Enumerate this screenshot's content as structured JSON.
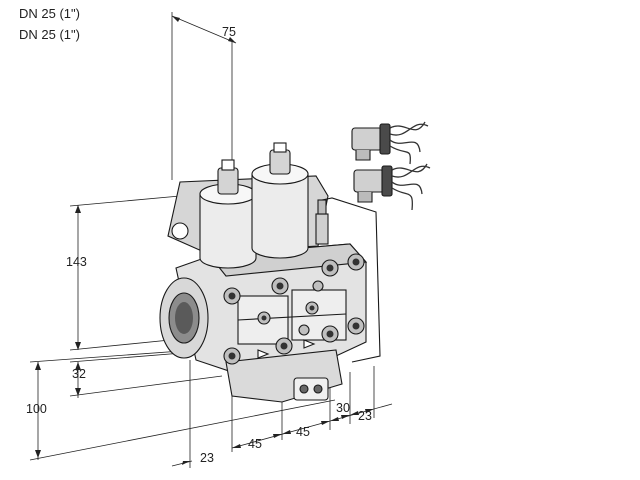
{
  "header": {
    "line1": "DN 25 (1\")",
    "line2": "DN 25 (1\")"
  },
  "dimensions": {
    "top_width": "75",
    "height_upper": "143",
    "height_pipe": "32",
    "height_total": "100",
    "offset_front": "23",
    "spacing_1": "45",
    "spacing_2": "45",
    "spacing_3": "30",
    "offset_right": "23"
  },
  "colors": {
    "outline": "#1a1a1a",
    "body": "#e3e3e3",
    "shade": "#bdbdbd",
    "dark": "#555555"
  }
}
